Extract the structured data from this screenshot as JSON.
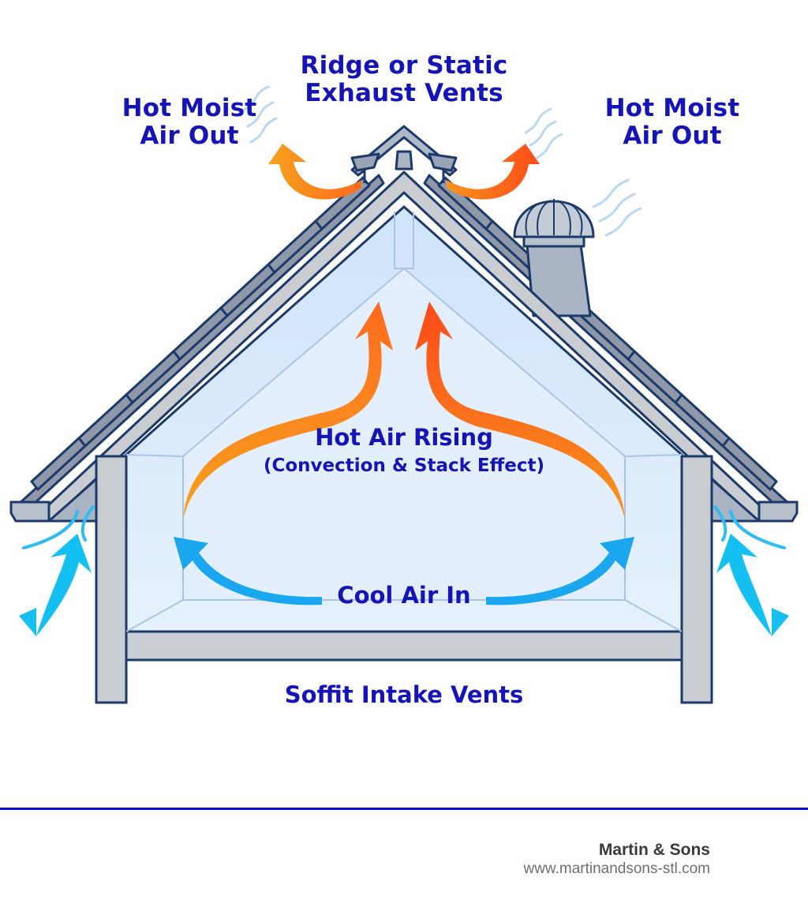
{
  "diagram": {
    "title_labels": {
      "ridge_vents": [
        "Ridge or Static",
        "Exhaust Vents"
      ],
      "hot_air_out_left": [
        "Hot Moist",
        "Air Out"
      ],
      "hot_air_out_right": [
        "Hot Moist",
        "Air Out"
      ],
      "hot_air_rising": "Hot Air Rising",
      "hot_air_rising_sub": "(Convection & Stack Effect)",
      "cool_air_in": "Cool Air In",
      "soffit_vents": "Soffit Intake Vents"
    },
    "elements": [
      {
        "name": "ridge-vent",
        "type": "vent"
      },
      {
        "name": "turbine-static-vent",
        "type": "vent"
      },
      {
        "name": "soffit-vent-left",
        "type": "vent"
      },
      {
        "name": "soffit-vent-right",
        "type": "vent"
      },
      {
        "name": "attic-space",
        "type": "space"
      }
    ],
    "flows": [
      {
        "from": "soffit-vent-left",
        "to": "attic-space",
        "kind": "cool",
        "color": "#18b8f0"
      },
      {
        "from": "soffit-vent-right",
        "to": "attic-space",
        "kind": "cool",
        "color": "#18b8f0"
      },
      {
        "from": "attic-space",
        "to": "ridge-vent",
        "kind": "hot",
        "color": "#ff5a1e"
      },
      {
        "from": "ridge-vent",
        "to": "outside-left",
        "kind": "hot",
        "color": "#f7941d"
      },
      {
        "from": "ridge-vent",
        "to": "outside-right",
        "kind": "hot",
        "color": "#ff4a1a"
      }
    ],
    "colors": {
      "label_text": "#1414b8",
      "outline": "#1b3a6b",
      "frame_gray": "#c9ccd1",
      "attic_fill": "#dcebfb",
      "hot_orange": "#f7941d",
      "hot_red": "#ff4a1a",
      "cool_blue": "#18b8f0",
      "divider": "#1111dd"
    }
  },
  "footer": {
    "company": "Martin & Sons",
    "website": "www.martinandsons-stl.com"
  }
}
